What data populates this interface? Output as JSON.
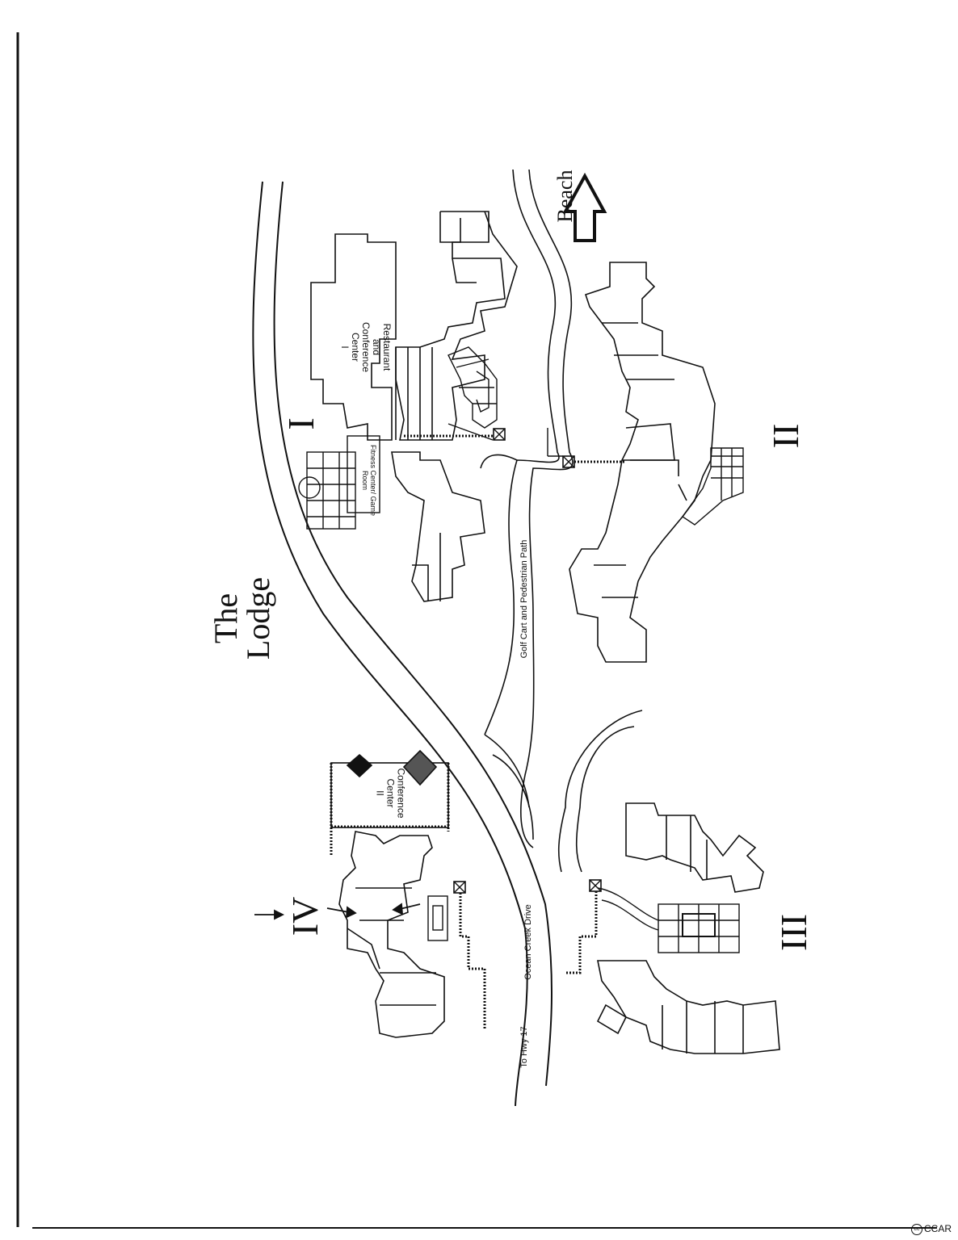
{
  "title": "The Lodge",
  "title_line1": "The",
  "title_line2": "Lodge",
  "direction_label": "Beach",
  "sections": [
    {
      "numeral": "I",
      "labels": [
        "Restaurant",
        "and",
        "Conference",
        "Center",
        "I"
      ],
      "extra": "Fitness Center/ Game Room"
    },
    {
      "numeral": "II"
    },
    {
      "numeral": "III"
    },
    {
      "numeral": "IV",
      "labels": [
        "Conference",
        "Center",
        "II"
      ]
    }
  ],
  "paths": {
    "golf_cart": "Golf Cart and Pedestrian Path",
    "road": "Ocean Creek Drive",
    "highway": "To Hwy 17"
  },
  "watermark": "CCAR",
  "colors": {
    "ink": "#111111",
    "paper": "#ffffff"
  }
}
